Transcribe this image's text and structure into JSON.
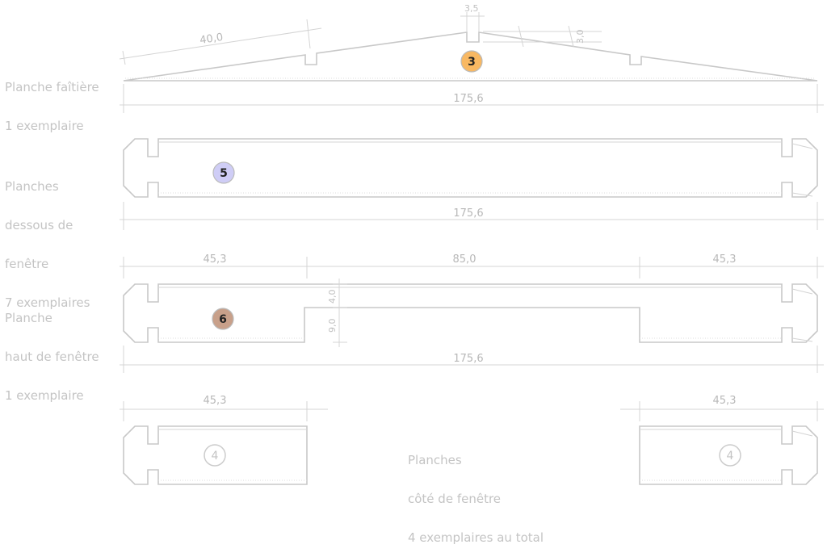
{
  "sections": {
    "ridge": {
      "label_lines": [
        "Planche faîtière",
        "1 exemplaire"
      ],
      "slope_length": "40,0",
      "notch_width": "3,5",
      "notch_depth": "3,0",
      "total_length": "175,6",
      "badge": {
        "number": "3",
        "color": "#f8b862"
      }
    },
    "under_window": {
      "label_lines": [
        "Planches",
        "dessous de",
        "fenêtre",
        "7 exemplaires"
      ],
      "total_length": "175,6",
      "badge": {
        "number": "5",
        "color": "#cfcdf6"
      }
    },
    "top_window": {
      "label_lines": [
        "Planche",
        "haut de fenêtre",
        "1 exemplaire"
      ],
      "left_length": "45,3",
      "middle_length": "85,0",
      "right_length": "45,3",
      "cut_depth_1": "4,0",
      "cut_depth_2": "9,0",
      "total_length": "175,6",
      "badge": {
        "number": "6",
        "color": "#c8a08a"
      }
    },
    "side_window": {
      "label_lines": [
        "Planches",
        "côté de fenêtre",
        "4 exemplaires au total"
      ],
      "left_length": "45,3",
      "right_length": "45,3",
      "badge": {
        "number": "4"
      }
    }
  }
}
